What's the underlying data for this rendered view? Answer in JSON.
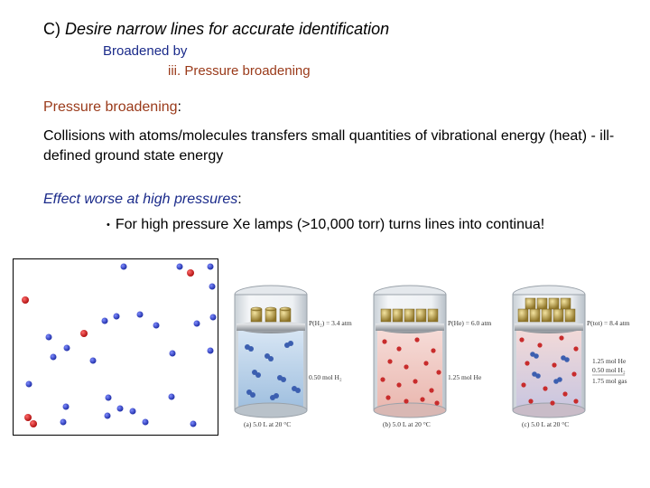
{
  "heading": {
    "letter": "C)",
    "title": "Desire narrow lines for accurate identification",
    "sub1": "Broadened by",
    "sub2": "iii. Pressure broadening"
  },
  "pressure": {
    "label": "Pressure broadening",
    "colon": ":",
    "body": "Collisions with atoms/molecules transfers small quantities of vibrational energy (heat) - ill-defined ground state energy"
  },
  "effect": {
    "label": "Effect worse at high pressures",
    "colon": ":"
  },
  "bullet": {
    "text": "For high pressure Xe lamps (>10,000 torr) turns lines into continua!"
  },
  "figure": {
    "colors": {
      "blue_dot": "#1f2ea8",
      "red_dot": "#c01818"
    },
    "jars": [
      {
        "pressure_label": "P(H₂) = 3.4 atm",
        "side_label": [
          "0.50 mol H₂"
        ],
        "caption": "(a) 5.0 L at 20 °C"
      },
      {
        "pressure_label": "P(He) = 6.0 atm",
        "side_label": [
          "1.25 mol He"
        ],
        "caption": "(b) 5.0 L at 20 °C"
      },
      {
        "pressure_label": "P(tot) = 8.4 atm",
        "side_label": [
          "1.25 mol He",
          "0.50 mol H₂",
          "1.75 mol gas"
        ],
        "caption": "(c) 5.0 L at 20 °C"
      }
    ]
  }
}
